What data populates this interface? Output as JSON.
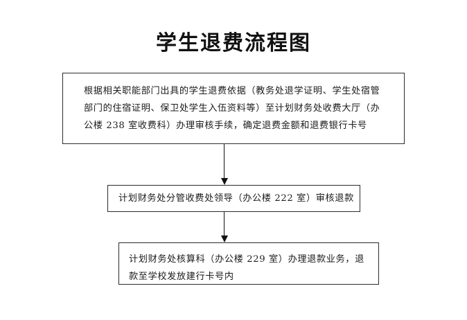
{
  "document": {
    "title": "学生退费流程图",
    "background_color": "#ffffff",
    "text_color": "#1b1b1b",
    "border_color": "#2b2b2b"
  },
  "flow": {
    "steps": [
      {
        "id": "step-1",
        "text": "根据相关职能部门出具的学生退费依据（教务处退学证明、学生处宿管部门的住宿证明、保卫处学生入伍资料等）至计划财务处收费大厅（办公楼 238 室收费科）办理审核手续，确定退费金额和退费银行卡号"
      },
      {
        "id": "step-2",
        "text": "计划财务处分管收费处领导（办公楼 222 室）审核退款"
      },
      {
        "id": "step-3",
        "text": "计划财务处核算科（办公楼 229 室）办理退款业务，退款至学校发放建行卡号内"
      }
    ],
    "connectors": [
      {
        "id": "connector-1",
        "from": "step-1",
        "to": "step-2",
        "direction": "down"
      },
      {
        "id": "connector-2",
        "from": "step-2",
        "to": "step-3",
        "direction": "down"
      }
    ]
  }
}
